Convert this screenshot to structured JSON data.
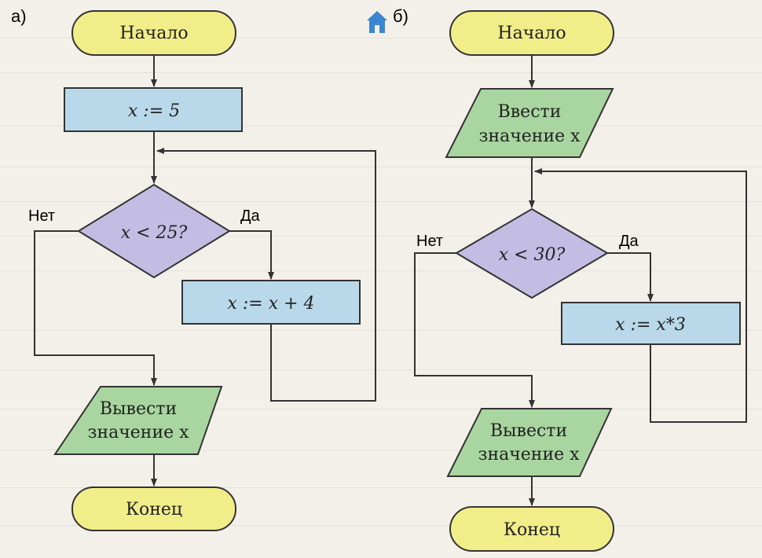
{
  "colors": {
    "terminal_fill": "#f1ee8a",
    "process_fill": "#b9d9ea",
    "io_fill": "#a9d6a0",
    "decision_fill": "#c3bde4",
    "stroke": "#333333",
    "home_icon": "#3a86d0"
  },
  "icons": {
    "home": "home-icon"
  },
  "diagram_a": {
    "label": "а)",
    "start": "Начало",
    "assign_init": "x := 5",
    "condition": "x < 25?",
    "no_label": "Нет",
    "yes_label": "Да",
    "assign_loop": "x := x + 4",
    "output_line1": "Вывести",
    "output_line2": "значение x",
    "end": "Конец"
  },
  "diagram_b": {
    "label": "б)",
    "start": "Начало",
    "input_line1": "Ввести",
    "input_line2": "значение x",
    "condition": "x < 30?",
    "no_label": "Нет",
    "yes_label": "Да",
    "assign_loop": "x := x*3",
    "output_line1": "Вывести",
    "output_line2": "значение x",
    "end": "Конец"
  }
}
